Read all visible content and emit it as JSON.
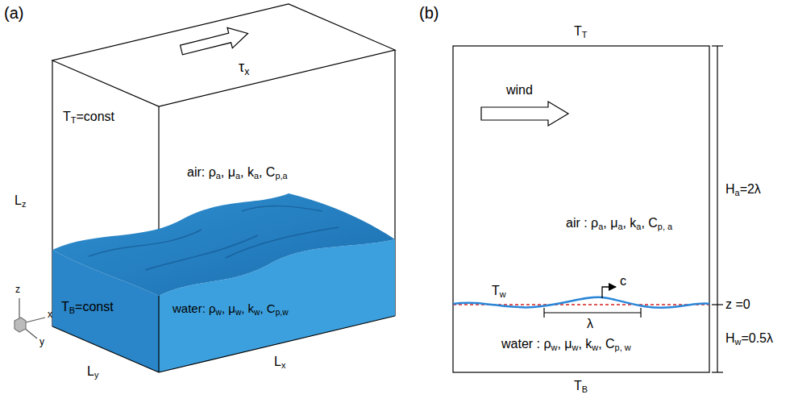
{
  "diagram": {
    "labels": [
      "(a)",
      "τ",
      "x",
      "T",
      "T",
      "=const",
      "L",
      "z",
      "air: ρ",
      "a",
      ", μ",
      "a",
      ", k",
      "a",
      ", C",
      "p,a",
      "T",
      "B",
      "=const",
      "water: ρ",
      "w",
      ", μ",
      "w",
      ", k",
      "w",
      ", C",
      "p,w",
      "L",
      "y",
      "L",
      "x",
      "z",
      "x",
      "y",
      "(b)",
      "T",
      "T",
      "wind",
      "H",
      "a",
      "=2λ",
      "air : ρ",
      "a",
      ", μ",
      "a",
      ", k",
      "a",
      ", C",
      "p, a",
      "T",
      "w",
      "c",
      "z =0",
      "λ",
      "water : ρ",
      "w",
      ", μ",
      "w",
      ", k",
      "w",
      ", C",
      "p, w",
      "H",
      "w",
      "=0.5λ",
      "T",
      "B"
    ]
  }
}
